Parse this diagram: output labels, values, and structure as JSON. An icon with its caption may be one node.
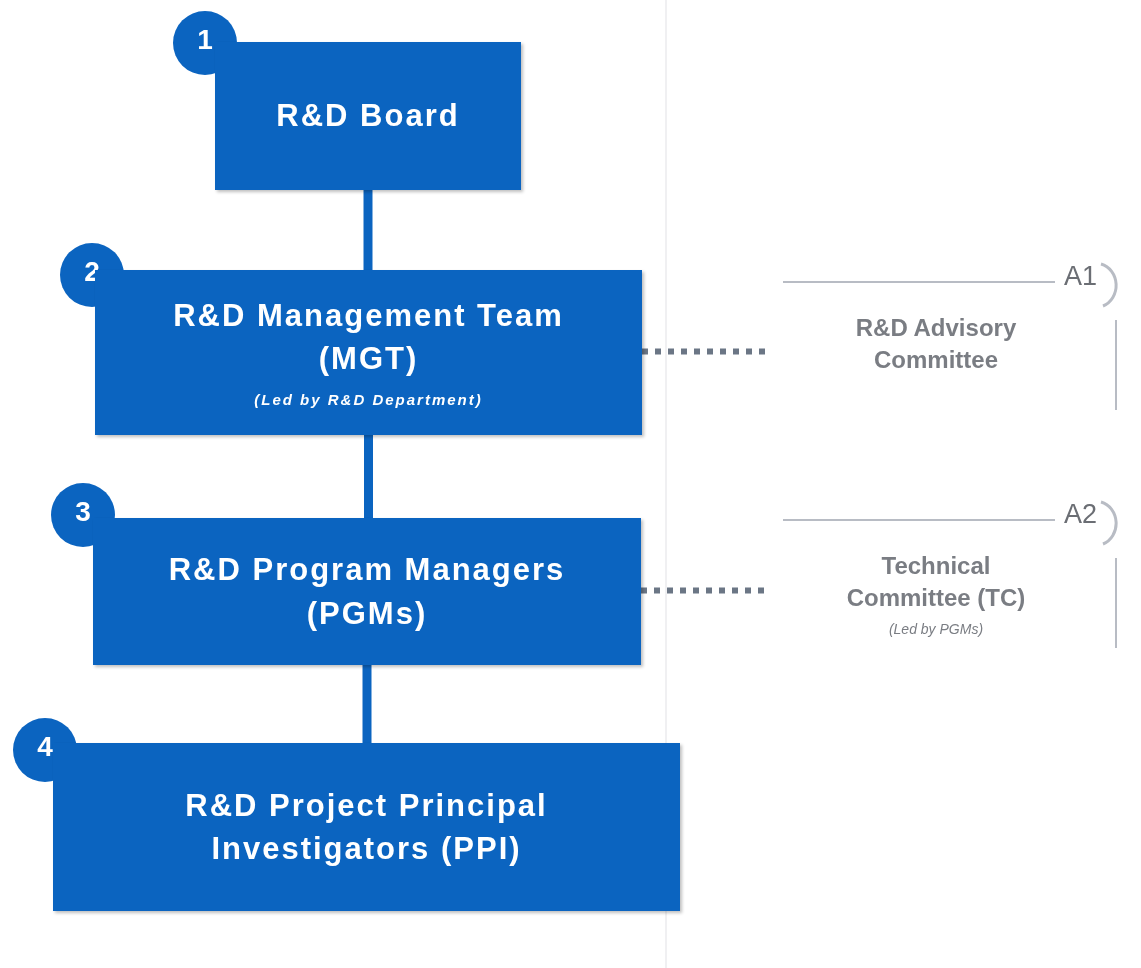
{
  "diagram": {
    "nodes": [
      {
        "text": [
          "1"
        ]
      },
      {
        "text": [
          "R&D Board"
        ]
      },
      {
        "text": [
          "2"
        ]
      },
      {
        "text": [
          "R&D Management Team (MGT)",
          "(Led by R&D Department)"
        ]
      },
      {
        "text": [
          "A1",
          "R&D Advisory Committee"
        ]
      },
      {
        "text": [
          "3"
        ]
      },
      {
        "text": [
          "R&D Program Managers (PGMs)"
        ]
      },
      {
        "text": [
          "A2",
          "Technical Committee (TC)",
          "(Led by PGMs)"
        ]
      },
      {
        "text": [
          "4"
        ]
      },
      {
        "text": [
          "R&D Project Principal Investigators (PPI)"
        ]
      }
    ],
    "edges": [
      {
        "from": 1,
        "to": 3,
        "arrow": "none"
      },
      {
        "from": 3,
        "to": 6,
        "arrow": "none"
      },
      {
        "from": 6,
        "to": 9,
        "arrow": "none"
      },
      {
        "from": 3,
        "to": 4,
        "arrow": "none",
        "style": "dashed",
        "color": "#6b7685"
      },
      {
        "from": 6,
        "to": 7,
        "arrow": "none",
        "style": "dashed",
        "color": "#6b7685"
      }
    ]
  }
}
